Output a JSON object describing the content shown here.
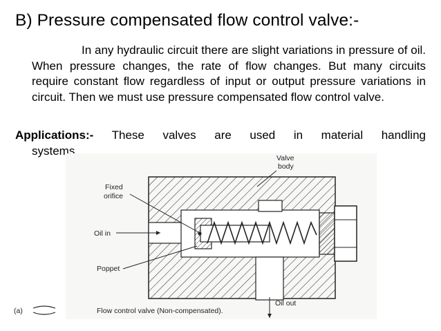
{
  "title": "B) Pressure compensated flow control valve:-",
  "paragraph": "In any hydraulic circuit there are slight variations in pressure of oil. When pressure changes, the rate of flow changes. But many circuits require constant flow regardless of input or output pressure variations in circuit. Then we must use pressure compensated flow control valve.",
  "applications": {
    "label": "Applications:-",
    "text_line1": "These valves are used in material handling",
    "text_line2": "systems."
  },
  "figure": {
    "labels": {
      "valve_line1": "Valve",
      "valve_line2": "body",
      "fixed_line1": "Fixed",
      "fixed_line2": "orifice",
      "oil_in": "Oil in",
      "poppet": "Poppet",
      "oil_out": "Oil out",
      "fig_letter": "(a)",
      "caption": "Flow control valve (Non-compensated)."
    }
  }
}
